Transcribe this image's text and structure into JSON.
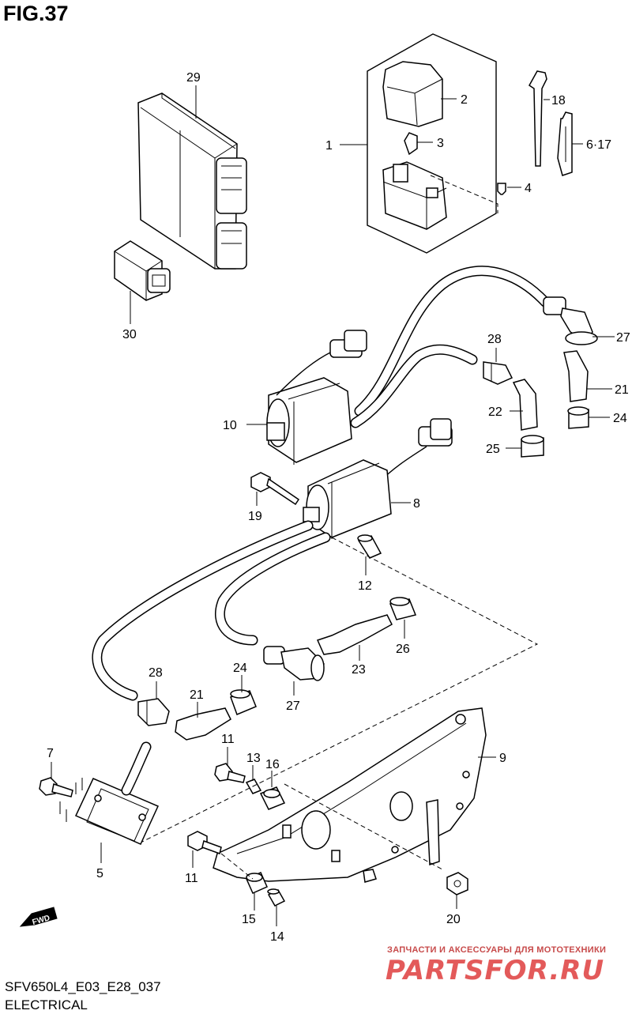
{
  "figure": {
    "title": "FIG.37",
    "code": "SFV650L4_E03_E28_037",
    "section": "ELECTRICAL"
  },
  "watermark": {
    "tagline": "ЗАПЧАСТИ И АКСЕССУАРЫ ДЛЯ МОТОТЕХНИКИ",
    "logo_text": "PARTSFOR.RU",
    "color": "#e35a5a"
  },
  "fwd_symbol": {
    "text": "FWD",
    "icon": "fwd-arrow-icon"
  },
  "callouts": [
    {
      "id": "p29",
      "text": "29"
    },
    {
      "id": "p30",
      "text": "30"
    },
    {
      "id": "p1",
      "text": "1"
    },
    {
      "id": "p2",
      "text": "2"
    },
    {
      "id": "p3",
      "text": "3"
    },
    {
      "id": "p4",
      "text": "4"
    },
    {
      "id": "p18",
      "text": "18"
    },
    {
      "id": "p6-17",
      "text": "6·17"
    },
    {
      "id": "p27a",
      "text": "27"
    },
    {
      "id": "p28a",
      "text": "28"
    },
    {
      "id": "p21a",
      "text": "21"
    },
    {
      "id": "p22",
      "text": "22"
    },
    {
      "id": "p24a",
      "text": "24"
    },
    {
      "id": "p25",
      "text": "25"
    },
    {
      "id": "p10",
      "text": "10"
    },
    {
      "id": "p8",
      "text": "8"
    },
    {
      "id": "p19",
      "text": "19"
    },
    {
      "id": "p12",
      "text": "12"
    },
    {
      "id": "p26",
      "text": "26"
    },
    {
      "id": "p23",
      "text": "23"
    },
    {
      "id": "p28b",
      "text": "28"
    },
    {
      "id": "p24b",
      "text": "24"
    },
    {
      "id": "p21b",
      "text": "21"
    },
    {
      "id": "p27b",
      "text": "27"
    },
    {
      "id": "p9",
      "text": "9"
    },
    {
      "id": "p7",
      "text": "7"
    },
    {
      "id": "p11a",
      "text": "11"
    },
    {
      "id": "p13",
      "text": "13"
    },
    {
      "id": "p16",
      "text": "16"
    },
    {
      "id": "p5",
      "text": "5"
    },
    {
      "id": "p11b",
      "text": "11"
    },
    {
      "id": "p15",
      "text": "15"
    },
    {
      "id": "p14",
      "text": "14"
    },
    {
      "id": "p20",
      "text": "20"
    }
  ]
}
